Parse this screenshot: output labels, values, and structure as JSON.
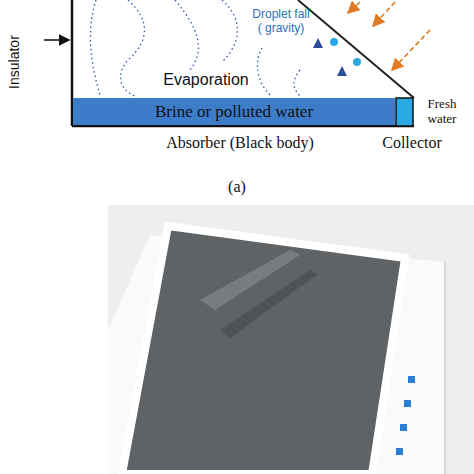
{
  "diagram": {
    "nodes": [
      {
        "text": [
          "Brine or polluted water"
        ]
      }
    ],
    "labels": [
      "Insulator",
      "Droplet fall ( gravity)",
      "Evaporation",
      "Fresh water",
      "Absorber (Black body)",
      "Collector",
      "(a)"
    ]
  }
}
